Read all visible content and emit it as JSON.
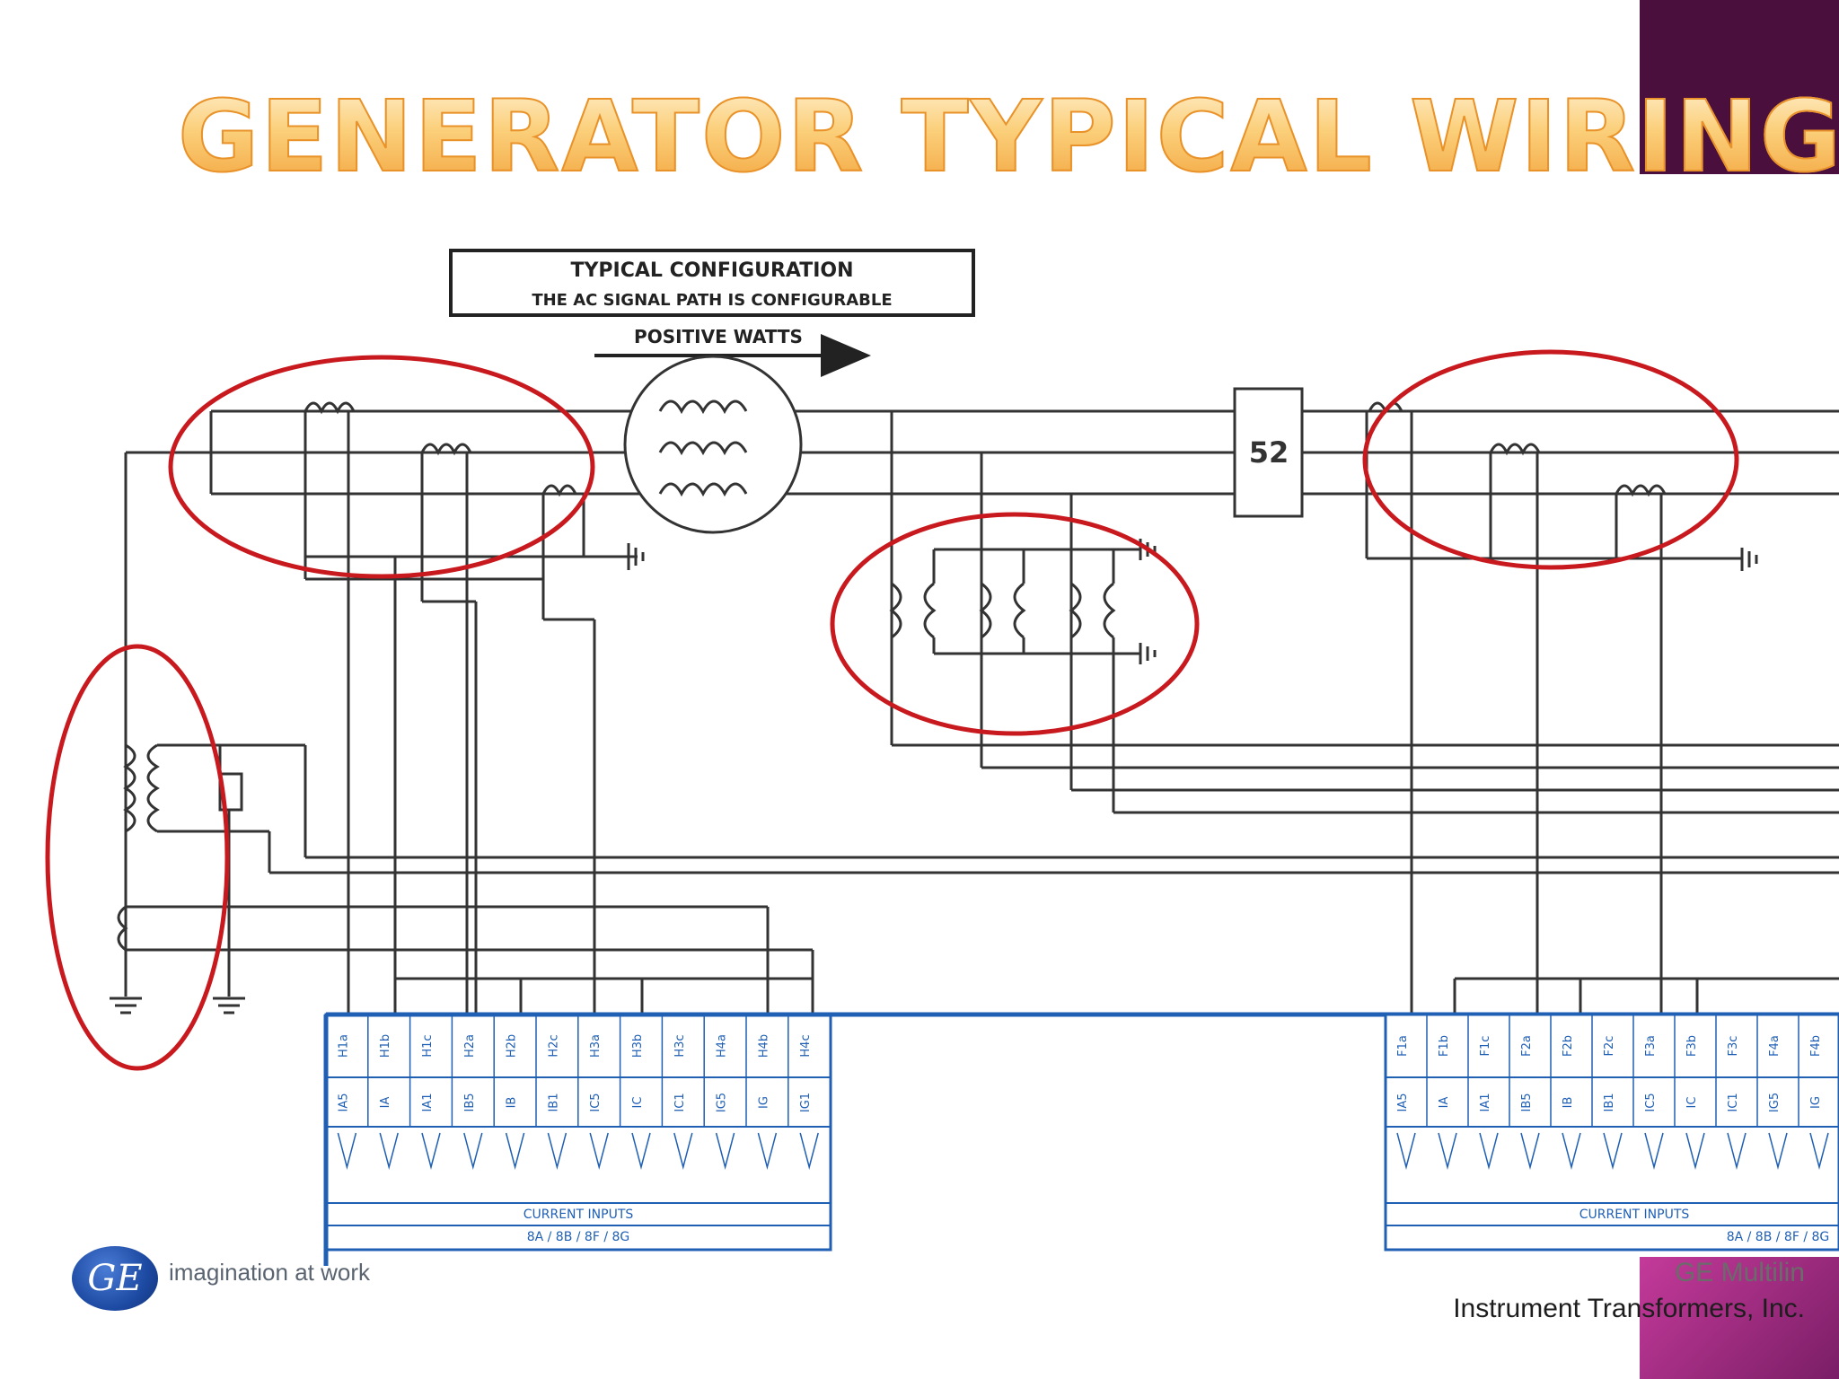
{
  "slide": {
    "title": "Generator Typical Wiring",
    "accent_colors": {
      "corner_top": "#4a0f3c",
      "corner_bottom": "#b23590",
      "title": "#f6b24e",
      "highlight": "#c8191e",
      "terminal_box": "#1f5fb4"
    }
  },
  "diagram": {
    "config_box": {
      "line1": "TYPICAL CONFIGURATION",
      "line2": "THE AC SIGNAL PATH IS CONFIGURABLE"
    },
    "arrow_label": "POSITIVE WATTS",
    "breaker_label": "52",
    "left_terminal_labels": {
      "top": [
        "H1a",
        "H1b",
        "H1c",
        "H2a",
        "H2b",
        "H2c",
        "H3a",
        "H3b",
        "H3c",
        "H4a",
        "H4b",
        "H4c"
      ],
      "bottom": [
        "IA5",
        "IA",
        "IA1",
        "IB5",
        "IB",
        "IB1",
        "IC5",
        "IC",
        "IC1",
        "IG5",
        "IG",
        "IG1"
      ]
    },
    "right_terminal_labels": {
      "top": [
        "F1a",
        "F1b",
        "F1c",
        "F2a",
        "F2b",
        "F2c",
        "F3a",
        "F3b",
        "F3c",
        "F4a",
        "F4b"
      ],
      "bottom": [
        "IA5",
        "IA",
        "IA1",
        "IB5",
        "IB",
        "IB1",
        "IC5",
        "IC",
        "IC1",
        "IG5",
        "IG"
      ]
    },
    "left_footer": {
      "line1": "CURRENT INPUTS",
      "line2": "8A / 8B / 8F / 8G"
    },
    "right_footer": {
      "line1": "CURRENT INPUTS",
      "line2": "8A / 8B / 8F / 8G"
    }
  },
  "footer": {
    "logo_text": "GE",
    "tagline": "imagination at work",
    "company_line1": "GE Multilin",
    "company_line2": "Instrument Transformers, Inc."
  }
}
